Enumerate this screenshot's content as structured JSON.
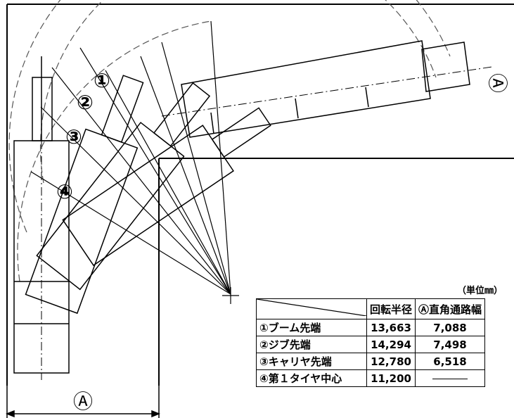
{
  "labels": {
    "point_1": "①",
    "point_2": "②",
    "point_3": "③",
    "point_4": "④",
    "aisle_right": "Ⓐ",
    "aisle_bottom": "Ⓐ"
  },
  "unit": "（単位㎜）",
  "table": {
    "headers": [
      "回転半径",
      "Ⓐ直角通路幅"
    ],
    "rows": [
      {
        "name": "①ブーム先端",
        "radius": "13,663",
        "aisle": "7,088"
      },
      {
        "name": "②ジブ先端",
        "radius": "14,294",
        "aisle": "7,498"
      },
      {
        "name": "③キャリヤ先端",
        "radius": "12,780",
        "aisle": "6,518"
      },
      {
        "name": "④第１タイヤ中心",
        "radius": "11,200",
        "aisle": ""
      }
    ]
  }
}
